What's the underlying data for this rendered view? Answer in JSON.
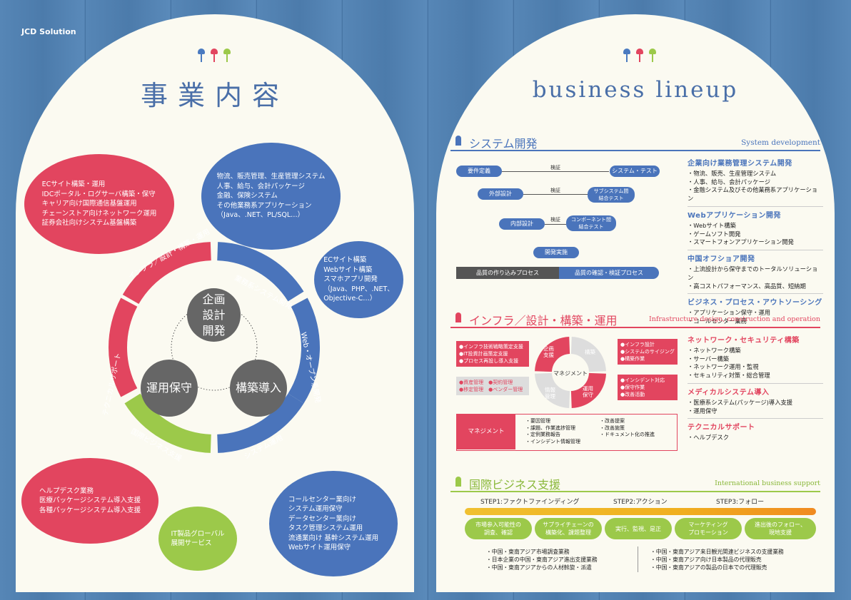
{
  "logo": "JCD Solution",
  "left": {
    "title": "事業内容",
    "center": {
      "top": "企画\n設計\n開発",
      "left": "運用保守",
      "right": "構築導入"
    },
    "segments": [
      "インフラ／設計・構築・運用",
      "業務系システム開発",
      "Web・オープン系開発",
      "システム運用",
      "国際ビジネス支援",
      "テクニカルサポート"
    ],
    "bubbles": {
      "infra": [
        "ECサイト構築・運用",
        "IDCポータル・ログサーバ構築・保守",
        "キャリア向け国際通信基盤運用",
        "チェーンストア向けネットワーク運用",
        "証券会社向けシステム基盤構築"
      ],
      "business": [
        "物流、販売管理、生産管理システム",
        "人事、給与、会計パッケージ",
        "金融、保険システム",
        "その他業務系アプリケーション",
        "（Java、.NET、PL/SQL…）"
      ],
      "web": [
        "ECサイト構築",
        "Webサイト構築",
        "スマホアプリ開発",
        "（Java、PHP、.NET、",
        "Objective-C…）"
      ],
      "ops": [
        "コールセンター業向け",
        "システム運用保守",
        "データセンター業向け",
        "タスク管理システム運用",
        "流通業向け 基幹システム運用",
        "Webサイト運用保守"
      ],
      "intl": [
        "IT製品グローバル",
        "展開サービス"
      ],
      "tech": [
        "ヘルプデスク業務",
        "医療パッケージシステム導入支援",
        "各種パッケージシステム導入支援"
      ]
    }
  },
  "right": {
    "title": "business lineup",
    "sys": {
      "jp": "システム開発",
      "en": "System development",
      "flow": [
        "要件定義",
        "システム・テスト",
        "外部設計",
        "サブシステム間\n結合テスト",
        "内部設計",
        "コンポーネント間\n結合テスト",
        "開発実施"
      ],
      "verify": "検証",
      "bars": [
        "品質の作り込みプロセス",
        "品質の確認・検証プロセス"
      ],
      "side": [
        {
          "h": "企業向け業務管理システム開発",
          "items": [
            "・物流、販売、生産管理システム",
            "・人事、給与、会計パッケージ",
            "・金融システム及びその他業務系アプリケーション"
          ]
        },
        {
          "h": "Webアプリケーション開発",
          "items": [
            "・Webサイト構築",
            "・ゲームソフト開発",
            "・スマートフォンアプリケーション開発"
          ]
        },
        {
          "h": "中国オフショア開発",
          "items": [
            "・上流設計から保守までのトータルソリューション",
            "・高コストパフォーマンス、高品質、短納期"
          ]
        },
        {
          "h": "ビジネス・プロセス・アウトソーシング",
          "items": [
            "・アプリケーション保守・運用",
            "・コールセンター業務"
          ]
        }
      ]
    },
    "infra": {
      "jp": "インフラ／設計・構築・運用",
      "en": "Infrastructure design, construction and operation",
      "circle": {
        "center": "マネジメント",
        "q1": "企画\n支援",
        "q2": "構築",
        "q3": "運用\n保守",
        "q4": "情報\n管理"
      },
      "tl": [
        "●インフラ技術戦略策定支援",
        "●IT投資計画策定支援",
        "●プロセス再設し導入支援"
      ],
      "tr": [
        "●インフラ設計",
        "●システムのサイジング",
        "●構築作業"
      ],
      "bl": [
        "●資産管理　●契約管理",
        "●移定管理　●ベンダー管理"
      ],
      "br": [
        "●インシデント対応",
        "●保守作業",
        "●改善活動"
      ],
      "mgmt": {
        "label": "マネジメント",
        "c1": [
          "・要因管理",
          "・課題、作業進捗管理",
          "・定例業務報告",
          "・インシデント情報管理"
        ],
        "c2": [
          "・改善提案",
          "・改善施策",
          "・ドキュメント化の推進"
        ]
      },
      "side": [
        {
          "h": "ネットワーク・セキュリティ構築",
          "items": [
            "・ネットワーク構築",
            "・サーバー構築",
            "・ネットワーク運用・監視",
            "・セキュリティ対策・総合管理"
          ]
        },
        {
          "h": "メディカルシステム導入",
          "items": [
            "・医療系システム(パッケージ)導入支援",
            "・運用保守"
          ]
        },
        {
          "h": "テクニカルサポート",
          "items": [
            "・ヘルプデスク"
          ]
        }
      ]
    },
    "intl": {
      "jp": "国際ビジネス支援",
      "en": "International business support",
      "steps": [
        "STEP1:ファクトファインディング",
        "STEP2:アクション",
        "STEP3:フォロー"
      ],
      "boxes": [
        "市場参入可能性の\n調査、確認",
        "サプライチェーンの\n構築化、課題整理",
        "実行、監視、是正",
        "マーケティング\nプロモーション",
        "進出後のフォロー、\n現地支援"
      ],
      "left": [
        "・中国・東南アジア市場調査業務",
        "・日本企業の中国・東南アジア進出支援業務",
        "・中国・東南アジアからの人材斡旋・派遣"
      ],
      "right": [
        "・中国・東南アジア来日観光関連ビジネスの支援業務",
        "・中国・東南アジア向け日本製品の代理販売",
        "・中国・東南アジアの製品の日本での代理販売"
      ]
    }
  }
}
